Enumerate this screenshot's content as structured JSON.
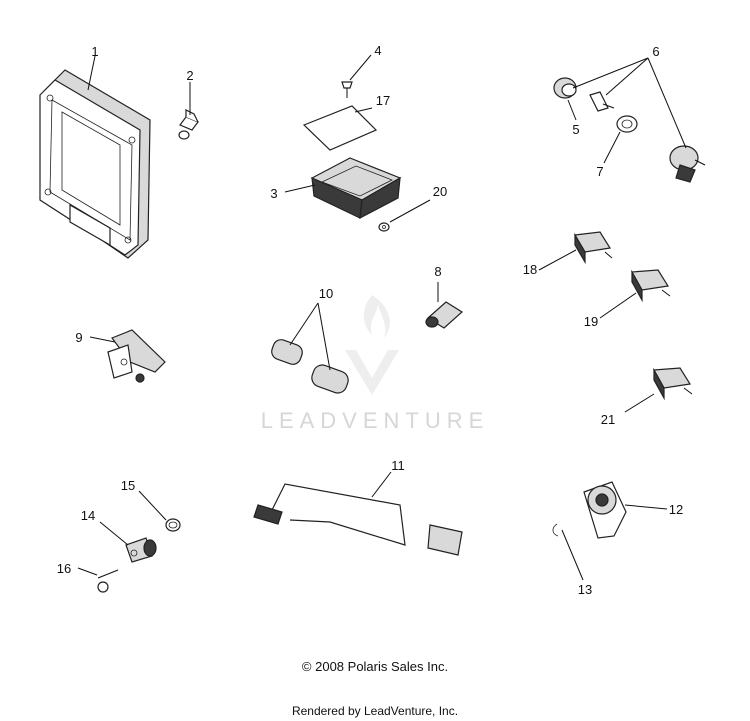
{
  "watermark": {
    "text": "LEADVENTURE"
  },
  "callouts": [
    {
      "id": "1",
      "label": "1"
    },
    {
      "id": "2",
      "label": "2"
    },
    {
      "id": "3",
      "label": "3"
    },
    {
      "id": "4",
      "label": "4"
    },
    {
      "id": "5",
      "label": "5"
    },
    {
      "id": "6",
      "label": "6"
    },
    {
      "id": "7",
      "label": "7"
    },
    {
      "id": "8",
      "label": "8"
    },
    {
      "id": "9",
      "label": "9"
    },
    {
      "id": "10",
      "label": "10"
    },
    {
      "id": "11",
      "label": "11"
    },
    {
      "id": "12",
      "label": "12"
    },
    {
      "id": "13",
      "label": "13"
    },
    {
      "id": "14",
      "label": "14"
    },
    {
      "id": "15",
      "label": "15"
    },
    {
      "id": "16",
      "label": "16"
    },
    {
      "id": "17",
      "label": "17"
    },
    {
      "id": "18",
      "label": "18"
    },
    {
      "id": "19",
      "label": "19"
    },
    {
      "id": "20",
      "label": "20"
    },
    {
      "id": "21",
      "label": "21"
    }
  ],
  "footer": {
    "copyright": "© 2008 Polaris Sales Inc.",
    "rendered_by": "Rendered by LeadVenture, Inc."
  }
}
